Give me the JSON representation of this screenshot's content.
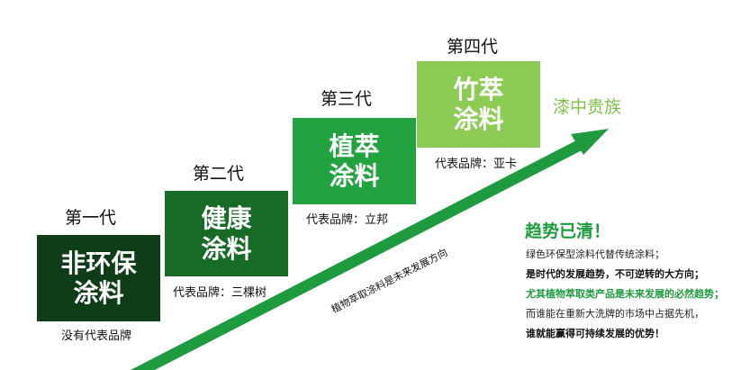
{
  "generations": [
    {
      "label": "第一代",
      "box_lines": [
        "非环保",
        "涂料"
      ],
      "brand": "没有代表品牌"
    },
    {
      "label": "第二代",
      "box_lines": [
        "健康",
        "涂料"
      ],
      "brand": "代表品牌：三棵树"
    },
    {
      "label": "第三代",
      "box_lines": [
        "植萃",
        "涂料"
      ],
      "brand": "代表品牌：立邦"
    },
    {
      "label": "第四代",
      "box_lines": [
        "竹萃",
        "涂料"
      ],
      "brand": "代表品牌：亚卡"
    }
  ],
  "colors": {
    "gen1": "#0f3d17",
    "gen2": "#186b26",
    "gen3": "#22a33f",
    "gen4": "#8dcc54",
    "arrow": "#1d9b3e",
    "tagline": "#7fc04a"
  },
  "arrow_label": "植物萃取涂料是未来发展方向",
  "tagline": "漆中贵族",
  "trend": {
    "title": "趋势已清！",
    "lines": [
      {
        "text": "绿色环保型涂料代替传统涂料；",
        "style": "normal"
      },
      {
        "text": "是时代的发展趋势，不可逆转的大方向；",
        "style": "bold"
      },
      {
        "text": "尤其植物萃取类产品是未来发展的必然趋势；",
        "style": "bold-green"
      },
      {
        "text": "而谁能在重新大洗牌的市场中占据先机，",
        "style": "normal"
      },
      {
        "text": "谁就能赢得可持续发展的优势！",
        "style": "bold"
      }
    ]
  }
}
